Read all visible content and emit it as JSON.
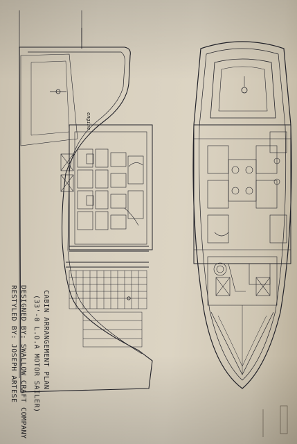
{
  "caption": {
    "line1": "CABIN ARRANGEMENT PLAN",
    "line2": "(33'-0 L.O.A MOTOR SAILER)",
    "line3": "DESIGNED BY: SWALLOW CRAFT COMPANY",
    "line4": "RESTYLED BY: JOSEPH ARTESE"
  },
  "labels": {
    "engine": "engine"
  },
  "colors": {
    "ink": "#1f1f23",
    "paper": "#d8d0bf"
  }
}
